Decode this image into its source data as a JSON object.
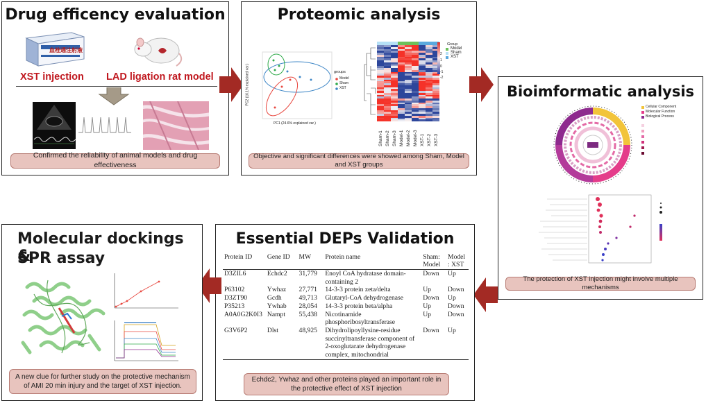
{
  "panels": {
    "drug": {
      "title": "Drug efficency evaluation",
      "label_left": "XST injection",
      "label_right": "LAD ligation rat model",
      "box_text": "血栓通注射液",
      "caption": "Confirmed the reliability of animal models and drug effectiveness"
    },
    "proteomic": {
      "title": "Proteomic analysis",
      "pca_legend_title": "groups",
      "pca_groups": [
        "Model",
        "Sham",
        "XST"
      ],
      "pca_xlabel": "PC1 (24.6% explained var.)",
      "pca_ylabel": "PC2 (16.1% explained var.)",
      "heatmap_legend_title": "Group",
      "heatmap_groups": [
        "Model",
        "Sham",
        "XST"
      ],
      "heatmap_scale": [
        "2",
        "1",
        "0",
        "-1",
        "-2"
      ],
      "heatmap_samples": [
        "Sham-1",
        "Sham-2",
        "Sham-3",
        "Model-1",
        "Model-2",
        "Model-3",
        "XST-1",
        "XST-2",
        "XST-3"
      ],
      "caption": "Objective and significant differences were showed among Sham, Model and XST groups"
    },
    "bioinfo": {
      "title": "Bioimformatic analysis",
      "circle_legend": [
        "Cellular Component",
        "Molecular Function",
        "Biological Process"
      ],
      "caption": "The protection of XST injection might involve multiple mechanisms"
    },
    "validation": {
      "title": "Essential DEPs Validation",
      "table": {
        "headers": [
          "Protein ID",
          "Gene ID",
          "MW",
          "Protein name",
          "Sham: Model",
          "Model : XST"
        ],
        "rows": [
          {
            "pid": "D3ZIL6",
            "gid": "Echdc2",
            "mw": "31,779",
            "name": "Enoyl CoA hydratase domain-containing 2",
            "sm": "Down",
            "mx": "Up"
          },
          {
            "pid": "P63102",
            "gid": "Ywhaz",
            "mw": "27,771",
            "name": "14-3-3 protein zeta/delta",
            "sm": "Up",
            "mx": "Down"
          },
          {
            "pid": "D3ZT90",
            "gid": "Gcdh",
            "mw": "49,713",
            "name": "Glutaryl-CoA dehydrogenase",
            "sm": "Down",
            "mx": "Up"
          },
          {
            "pid": "P35213",
            "gid": "Ywhab",
            "mw": "28,054",
            "name": "14-3-3 protein beta/alpha",
            "sm": "Up",
            "mx": "Down"
          },
          {
            "pid": "A0A0G2K0I3",
            "gid": "Nampt",
            "mw": "55,438",
            "name": "Nicotinamide phosphoribosyltransferase",
            "sm": "Up",
            "mx": "Down"
          },
          {
            "pid": "G3V6P2",
            "gid": "Dlst",
            "mw": "48,925",
            "name": "Dihydrolipoyllysine-residue succinyltransferase component of 2-oxoglutarate dehydrogenase complex, mitochondrial",
            "sm": "Down",
            "mx": "Up"
          }
        ]
      },
      "caption": "Echdc2, Ywhaz and other proteins played an important role in the protective effect of XST injection"
    },
    "docking": {
      "title_line1": "Molecular dockings &",
      "title_line2": "SPR assay",
      "caption": "A new clue for further study on the protective mechanism of AMI 20 min injury and the target of XST injection."
    }
  },
  "colors": {
    "arrow": "#a32a24",
    "caption_bg": "#e8c4be",
    "title_red": "#c0181f",
    "model": "#e8473f",
    "sham": "#2faa4a",
    "xst": "#3d86c6"
  },
  "icons": [
    "hollow-down-arrow-icon",
    "right-arrow-icon",
    "down-arrow-icon",
    "left-arrow-icon"
  ]
}
